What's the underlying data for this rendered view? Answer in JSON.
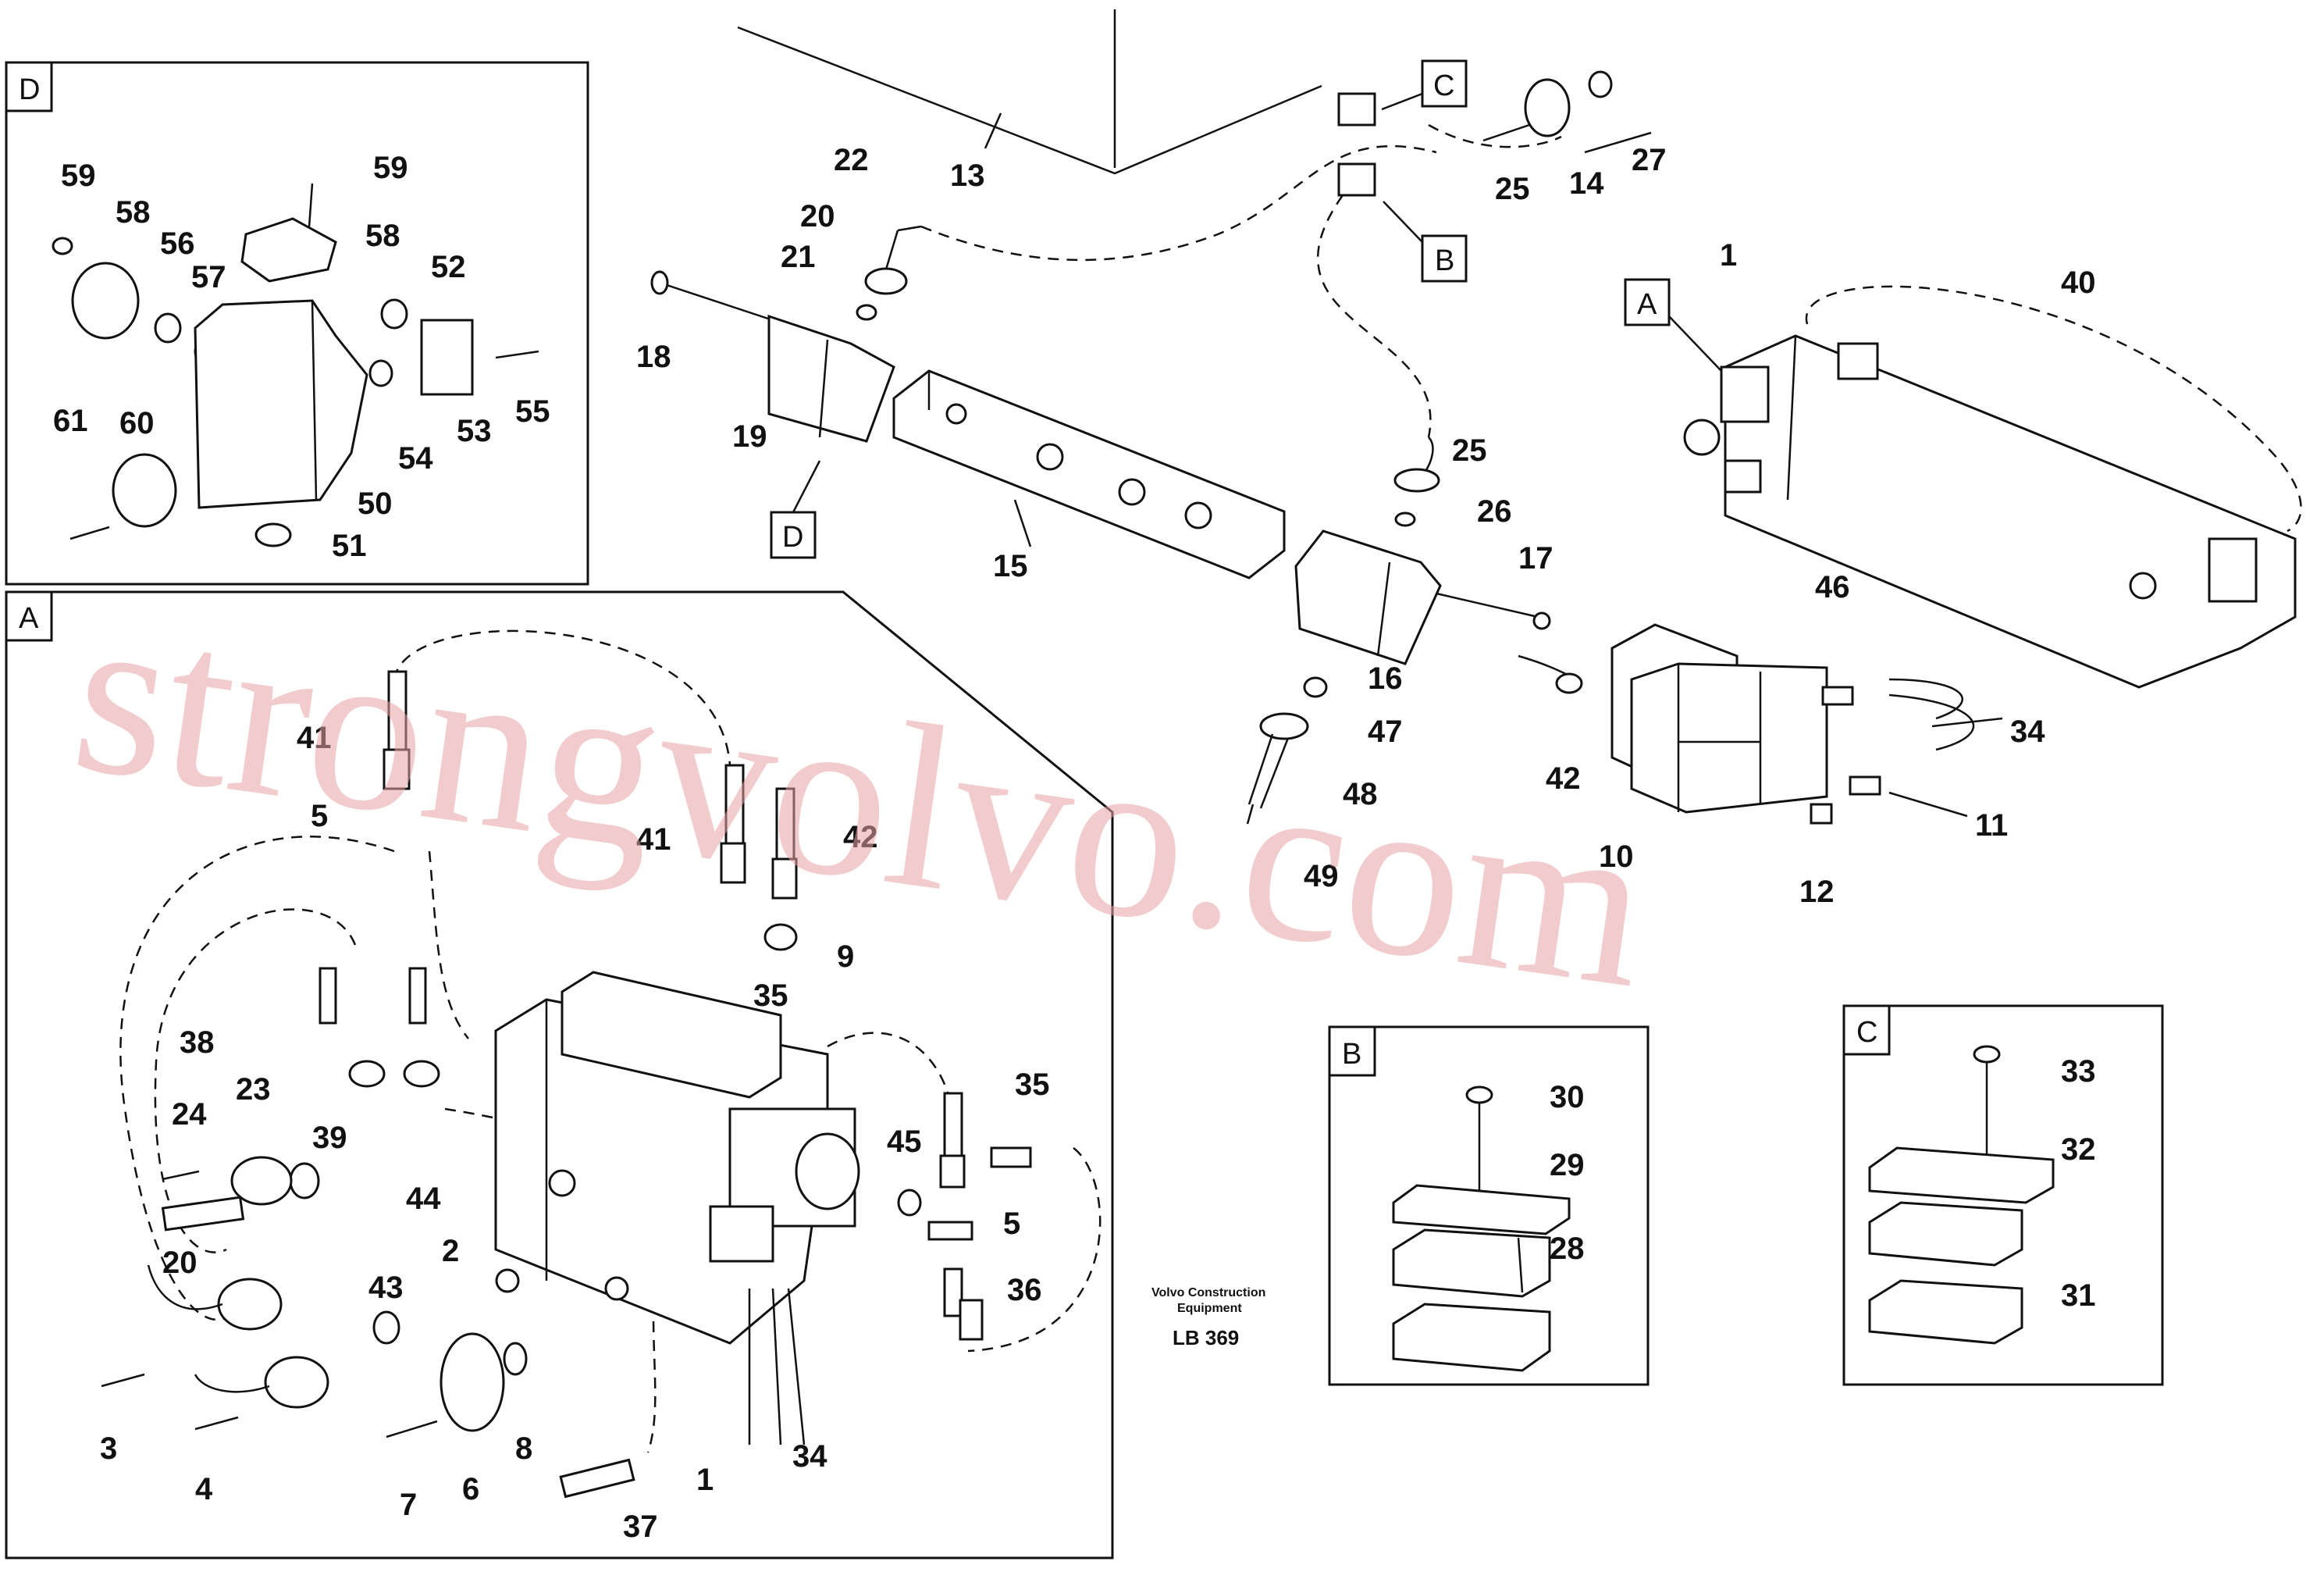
{
  "watermark": "strongvolvo.com",
  "caption": {
    "line1": "Volvo Construction",
    "line2": "Equipment",
    "code": "LB 369"
  },
  "views": {
    "A": "A",
    "B": "B",
    "C": "C",
    "D": "D"
  },
  "arrows": {
    "A": "A",
    "B": "B",
    "C": "C",
    "D": "D"
  },
  "labels": {
    "main": [
      "13",
      "22",
      "20",
      "21",
      "18",
      "19",
      "15",
      "25",
      "14",
      "27",
      "26",
      "17",
      "16",
      "47",
      "48",
      "49",
      "1",
      "40",
      "46",
      "42",
      "10",
      "12",
      "34",
      "11"
    ],
    "d": [
      "59",
      "58",
      "56",
      "57",
      "59",
      "58",
      "52",
      "53",
      "55",
      "54",
      "61",
      "60",
      "50",
      "51"
    ],
    "a": [
      "41",
      "5",
      "41",
      "42",
      "9",
      "35",
      "38",
      "23",
      "24",
      "39",
      "44",
      "20",
      "2",
      "43",
      "3",
      "4",
      "7",
      "6",
      "8",
      "37",
      "1",
      "34",
      "35",
      "45",
      "5",
      "36"
    ],
    "b": [
      "30",
      "29",
      "28"
    ],
    "c": [
      "33",
      "32",
      "31"
    ]
  }
}
